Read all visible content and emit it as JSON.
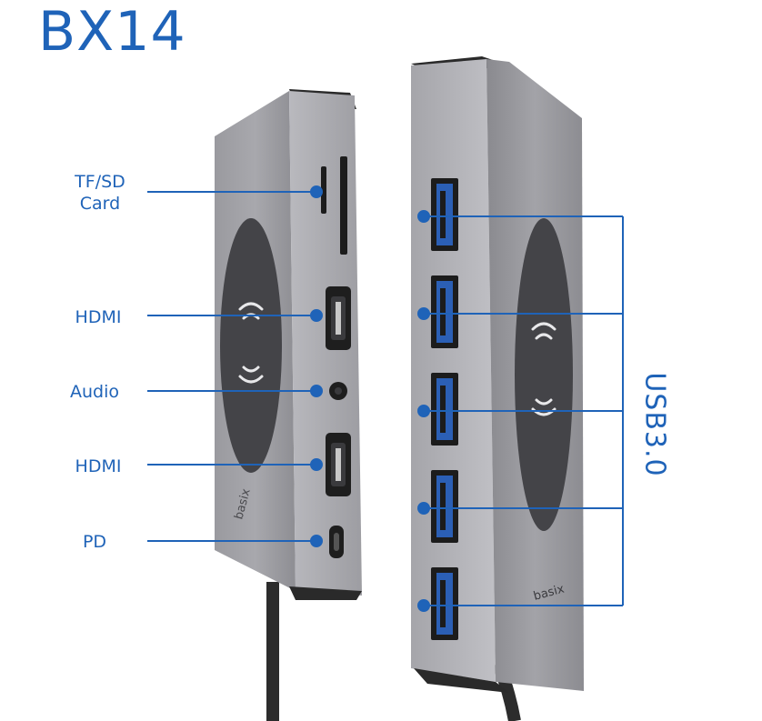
{
  "title": "BX14",
  "brand": "basix",
  "colors": {
    "accent": "#1f63b8",
    "body": "#8c8c91",
    "body_light": "#b3b3b8",
    "pad": "#444448",
    "port_blue": "#2b5fb5",
    "cable": "#2c2c2c"
  },
  "left_ports": [
    {
      "label": "TF/SD\nCard",
      "icon": "card-slot-icon"
    },
    {
      "label": "HDMI",
      "icon": "hdmi-port-icon"
    },
    {
      "label": "Audio",
      "icon": "audio-jack-icon"
    },
    {
      "label": "HDMI",
      "icon": "hdmi-port-icon"
    },
    {
      "label": "PD",
      "icon": "usb-c-port-icon"
    }
  ],
  "right_ports": {
    "label": "USB3.0",
    "count": 5,
    "icon": "usb-a-port-icon"
  },
  "wireless_icon": "wireless-charging-icon"
}
